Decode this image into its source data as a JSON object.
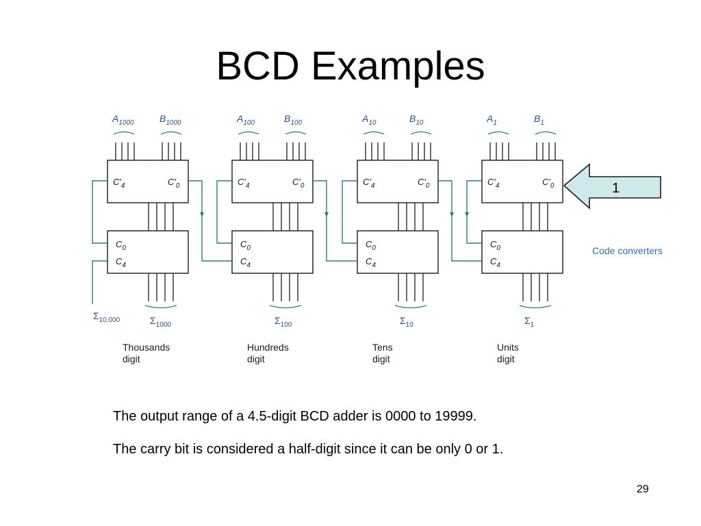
{
  "slide": {
    "title": "BCD Examples",
    "captions": [
      "The output range of a 4.5-digit BCD adder is 0000 to 19999.",
      "The carry bit is considered a half-digit since it can be only 0 or 1."
    ],
    "page_number": "29"
  },
  "diagram": {
    "stages": [
      {
        "a_base": "A",
        "a_sub": "1000",
        "b_base": "B",
        "b_sub": "1000",
        "sum_base": "Σ",
        "sum_sub": "1000",
        "digit_line1": "Thousands",
        "digit_line2": "digit"
      },
      {
        "a_base": "A",
        "a_sub": "100",
        "b_base": "B",
        "b_sub": "100",
        "sum_base": "Σ",
        "sum_sub": "100",
        "digit_line1": "Hundreds",
        "digit_line2": "digit"
      },
      {
        "a_base": "A",
        "a_sub": "10",
        "b_base": "B",
        "b_sub": "10",
        "sum_base": "Σ",
        "sum_sub": "10",
        "digit_line1": "Tens",
        "digit_line2": "digit"
      },
      {
        "a_base": "A",
        "a_sub": "1",
        "b_base": "B",
        "b_sub": "1",
        "sum_base": "Σ",
        "sum_sub": "1",
        "digit_line1": "Units",
        "digit_line2": "digit"
      }
    ],
    "top_block_labels": {
      "carry_out_base": "C′",
      "carry_out_sub": "4",
      "carry_in_base": "C′",
      "carry_in_sub": "0"
    },
    "bottom_block_labels": {
      "carry_in_base": "C",
      "carry_in_sub": "0",
      "carry_out_base": "C",
      "carry_out_sub": "4"
    },
    "carry_output": {
      "base": "Σ",
      "sub": "10,000"
    },
    "converter_label": "Code converters",
    "arrow_label": "1",
    "colors": {
      "line": "#2e7d6e",
      "block": "#1a1a1a",
      "arrow_fill": "#cfe8ec",
      "arrow_stroke": "#1a1a1a"
    }
  }
}
